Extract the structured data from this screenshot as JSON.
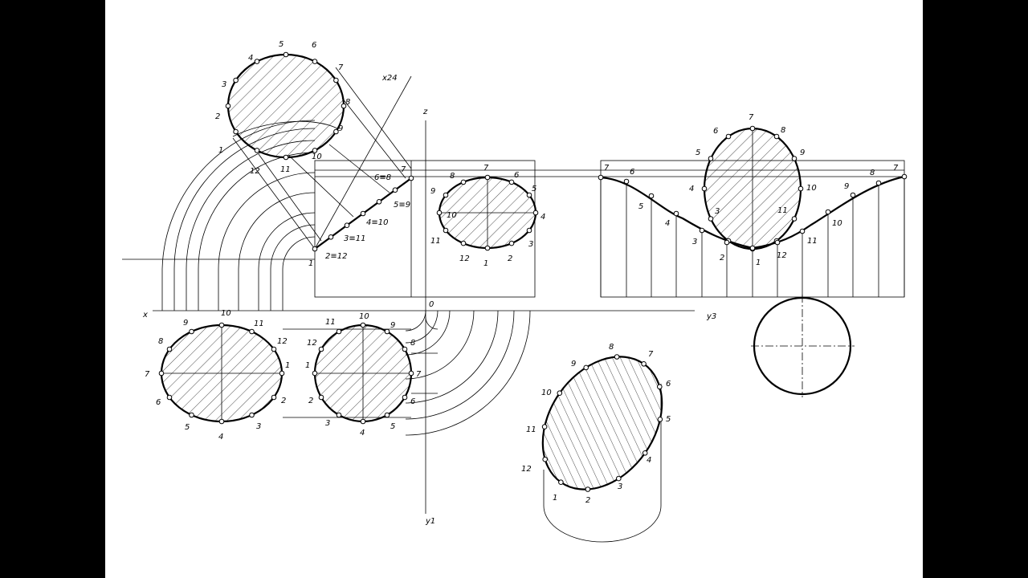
{
  "axes": {
    "x": "x",
    "z": "z",
    "y1": "y1",
    "y3": "y3",
    "x24": "x24",
    "origin": "0"
  },
  "views": {
    "auxiliary_ellipse": [
      "1",
      "2",
      "3",
      "4",
      "5",
      "6",
      "7",
      "8",
      "9",
      "10",
      "11",
      "12"
    ],
    "front_section": [
      "1",
      "2",
      "3",
      "4",
      "5",
      "6",
      "7",
      "8",
      "9",
      "10",
      "11",
      "12"
    ],
    "profile_section": [
      "1",
      "2",
      "3",
      "4",
      "5",
      "6",
      "7",
      "8",
      "9",
      "10",
      "11",
      "12"
    ],
    "left_true_shape": [
      "1",
      "2",
      "3",
      "4",
      "5",
      "6",
      "7",
      "8",
      "9",
      "10",
      "11",
      "12"
    ],
    "top_section": [
      "1",
      "2",
      "3",
      "4",
      "5",
      "6",
      "7",
      "8",
      "9",
      "10",
      "11",
      "12"
    ],
    "development_curve": [
      "1",
      "2",
      "3",
      "4",
      "5",
      "6",
      "7",
      "8",
      "9",
      "10",
      "11",
      "12"
    ],
    "development_ellipse": [
      "1",
      "2",
      "3",
      "4",
      "5",
      "6",
      "7",
      "8",
      "9",
      "10",
      "11",
      "12"
    ],
    "isometric_cut": [
      "1",
      "2",
      "3",
      "4",
      "5",
      "6",
      "7",
      "8",
      "9",
      "10",
      "11",
      "12"
    ]
  },
  "pairs": {
    "front_line": [
      "1",
      "2≡12",
      "3≡11",
      "4≡10",
      "5≡9",
      "6≡8",
      "7"
    ]
  }
}
